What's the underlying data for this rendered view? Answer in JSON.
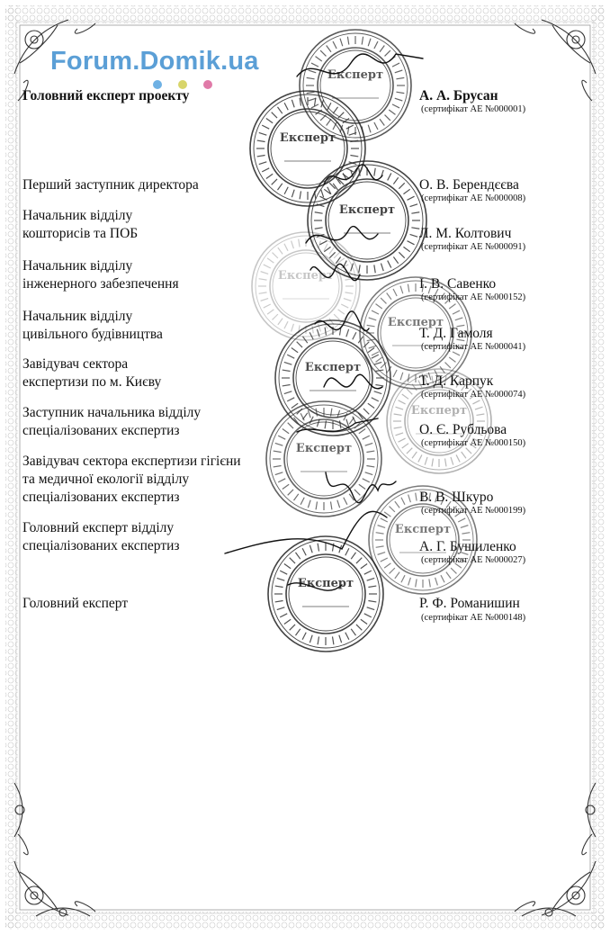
{
  "watermark": "Forum.Domik.ua",
  "watermark_dot_colors": [
    "#6fb1e4",
    "#d8d56a",
    "#e07aa8"
  ],
  "stamp_text": "Експерт",
  "signatories": [
    {
      "title": [
        "Головний експерт проекту"
      ],
      "name": "А. А. Брусан",
      "cert": "(сертифікат АЕ №000001)",
      "bold": true
    },
    {
      "title": [
        "Перший заступник директора"
      ],
      "name": "О. В. Берендєєва",
      "cert": "(сертифікат АЕ №000008)"
    },
    {
      "title": [
        "Начальник відділу",
        "кошторисів та ПОБ"
      ],
      "name": "Л. М. Колтович",
      "cert": "(сертифікат АЕ №000091)"
    },
    {
      "title": [
        "Начальник відділу",
        "інженерного забезпечення"
      ],
      "name": "І. В. Савенко",
      "cert": "(сертифікат АЕ №000152)"
    },
    {
      "title": [
        "Начальник відділу",
        "цивільного будівництва"
      ],
      "name": "Т. Д. Гамоля",
      "cert": "(сертифікат АЕ №000041)"
    },
    {
      "title": [
        "Завідувач сектора",
        "експертизи по м. Києву"
      ],
      "name": "Т. Д. Карпук",
      "cert": "(сертифікат АЕ №000074)"
    },
    {
      "title": [
        "Заступник начальника відділу",
        "спеціалізованих експертиз"
      ],
      "name": "О. Є. Рубльова",
      "cert": "(сертифікат АЕ №000150)"
    },
    {
      "title": [
        "Завідувач сектора експертизи гігієни",
        "та медичної екології відділу",
        "спеціалізованих експертиз"
      ],
      "name": "В. В. Шкуро",
      "cert": "(сертифікат АЕ №000199)"
    },
    {
      "title": [
        "Головний експерт відділу",
        "спеціалізованих експертиз"
      ],
      "name": "А. Г. Бушиленко",
      "cert": "(сертифікат АЕ №000027)"
    },
    {
      "title": [
        "Головний експерт"
      ],
      "name": "Р. Ф. Романишин",
      "cert": "(сертифікат АЕ №000148)"
    }
  ]
}
